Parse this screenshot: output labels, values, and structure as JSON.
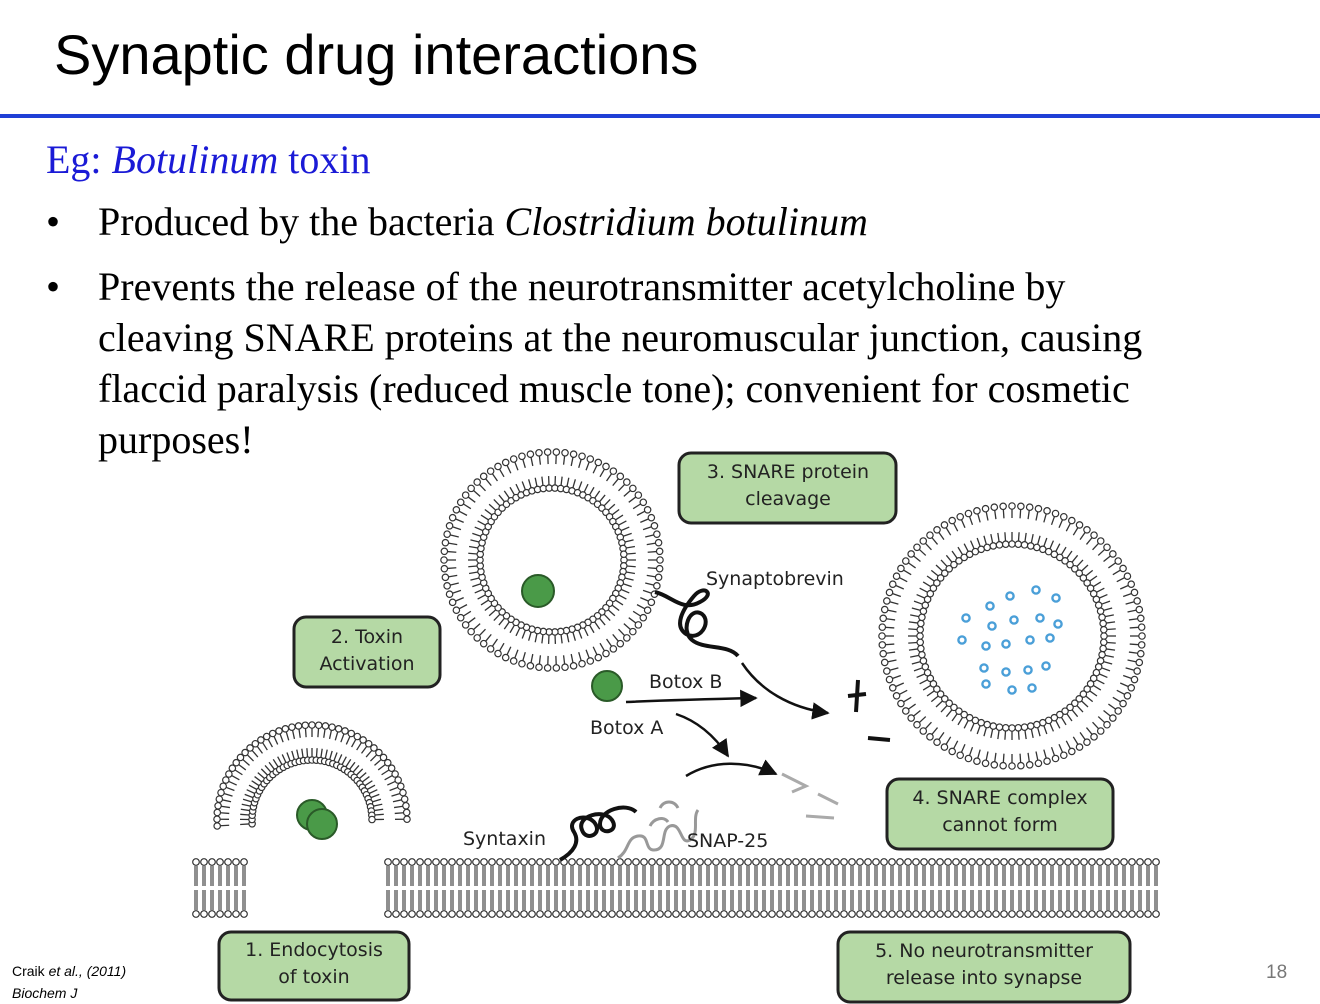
{
  "slide": {
    "title": "Synaptic drug interactions",
    "subtitle_prefix": "Eg: ",
    "subtitle_italic": "Botulinum",
    "subtitle_suffix": " toxin",
    "bullet_marker": "•",
    "bullet1_prefix": "Produced by the bacteria ",
    "bullet1_italic": "Clostridium botulinum",
    "bullet2_lines": [
      "Prevents the release of the neurotransmitter acetylcholine by",
      "cleaving SNARE proteins at the neuromuscular junction, causing",
      "flaccid paralysis (reduced muscle tone); convenient for cosmetic",
      "purposes!"
    ],
    "citation_author": "Craik ",
    "citation_italic": "et al., (2011)",
    "citation_journal": "Biochem J",
    "page_number": "18"
  },
  "figure": {
    "steps": [
      [
        "1. Endocytosis",
        "of toxin"
      ],
      [
        "2. Toxin",
        "Activation"
      ],
      [
        "3. SNARE protein",
        "cleavage"
      ],
      [
        "4. SNARE complex",
        "cannot form"
      ],
      [
        "5. No neurotransmitter",
        "release into synapse"
      ]
    ],
    "labels": {
      "synaptobrevin": "Synaptobrevin",
      "botox_b": "Botox B",
      "botox_a": "Botox A",
      "syntaxin": "Syntaxin",
      "snap25": "SNAP-25"
    },
    "colors": {
      "box_fill": "#b5d9a5",
      "toxin_green": "#4a9a48",
      "transmitter_blue": "#4a9fd8",
      "accent_rule": "#1f3fd6"
    }
  }
}
